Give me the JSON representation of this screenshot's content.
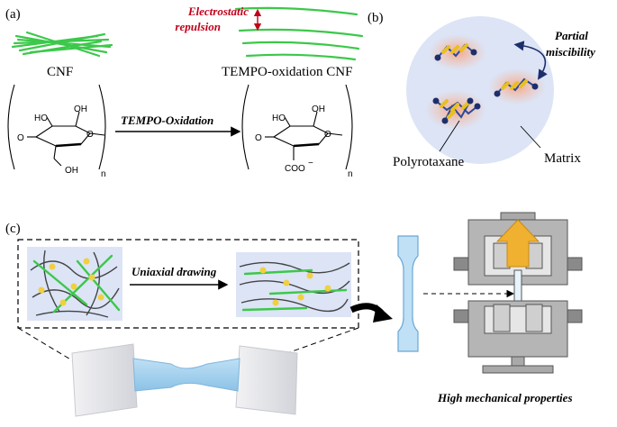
{
  "panel_a": {
    "label": "(a)",
    "cnf_label": "CNF",
    "tempo_cnf_label": "TEMPO-oxidation CNF",
    "repulsion_line1": "Electrostatic",
    "repulsion_line2": "repulsion",
    "arrow_label": "TEMPO-Oxidation",
    "left_molecule": {
      "ho": "HO",
      "oh_top": "OH",
      "oh_bottom": "OH",
      "o_ring": "O",
      "o_left": "O",
      "n": "n"
    },
    "right_molecule": {
      "ho": "HO",
      "oh_top": "OH",
      "coo": "COO",
      "minus": "−",
      "o_ring": "O",
      "o_left": "O",
      "n": "n"
    }
  },
  "panel_b": {
    "label": "(b)",
    "partial_line1": "Partial",
    "partial_line2": "miscibility",
    "polyrotaxane_label": "Polyrotaxane",
    "matrix_label": "Matrix"
  },
  "panel_c": {
    "label": "(c)",
    "drawing_label": "Uniaxial drawing",
    "result_label": "High mechanical properties"
  },
  "colors": {
    "fiber_green": "#3cc84a",
    "repulsion_red": "#c0001a",
    "matrix_fill": "#dce4f6",
    "pink_glow": "#f7b69a",
    "ring_yellow": "#e8c020",
    "chain_blue": "#2c4a9a",
    "machine_gray": "#a9a9a9",
    "arrow_orange": "#f0b030"
  }
}
